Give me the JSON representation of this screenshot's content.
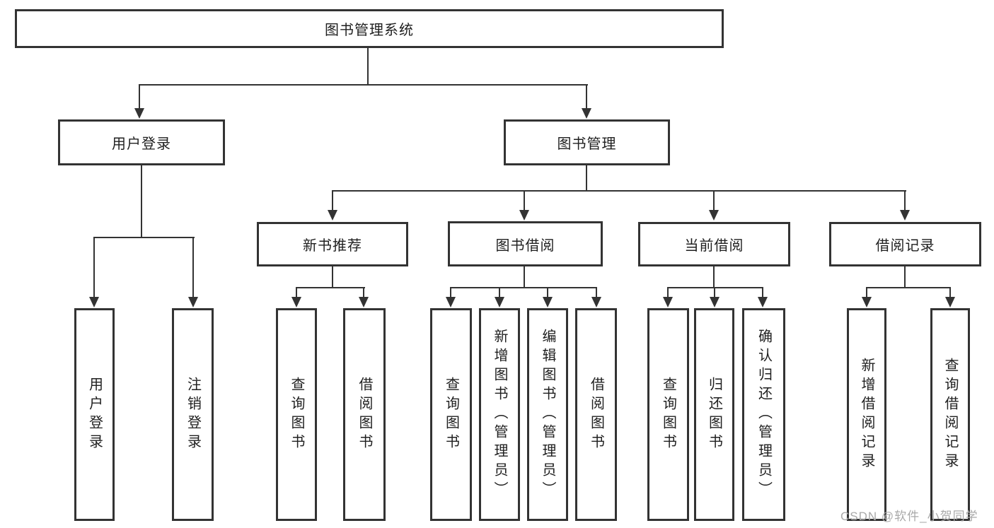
{
  "diagram": {
    "root": {
      "label": "图书管理系统"
    },
    "branches": [
      {
        "label": "用户登录",
        "children": [
          {
            "label": "用户登录"
          },
          {
            "label": "注销登录"
          }
        ]
      },
      {
        "label": "图书管理",
        "children": [
          {
            "label": "新书推荐",
            "children": [
              {
                "label": "查询图书"
              },
              {
                "label": "借阅图书"
              }
            ]
          },
          {
            "label": "图书借阅",
            "children": [
              {
                "label": "查询图书"
              },
              {
                "label": "新增图书（管理员）"
              },
              {
                "label": "编辑图书（管理员）"
              },
              {
                "label": "借阅图书"
              }
            ]
          },
          {
            "label": "当前借阅",
            "children": [
              {
                "label": "查询图书"
              },
              {
                "label": "归还图书"
              },
              {
                "label": "确认归还（管理员）"
              }
            ]
          },
          {
            "label": "借阅记录",
            "children": [
              {
                "label": "新增借阅记录"
              },
              {
                "label": "查询借阅记录"
              }
            ]
          }
        ]
      }
    ]
  },
  "watermark": {
    "text": "CSDN @软件_小贺同学"
  },
  "colors": {
    "line": "#333333",
    "node_border": "#333333",
    "node_text": "#1f1f1f",
    "background": "#ffffff",
    "watermark": "#a9a9a9"
  }
}
